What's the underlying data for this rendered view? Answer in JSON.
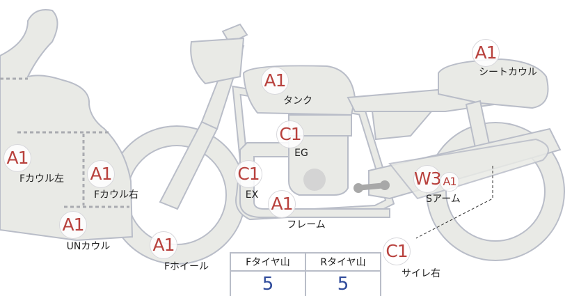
{
  "colors": {
    "code": "#b8413d",
    "value": "#2f4b9b",
    "part_fill": "#e9eae6",
    "part_stroke": "#b9bdc8"
  },
  "parts": [
    {
      "id": "seat-cowl",
      "code": "A1",
      "label": "シートカウル"
    },
    {
      "id": "tank",
      "code": "A1",
      "label": "タンク"
    },
    {
      "id": "engine",
      "code": "C1",
      "label": "EG"
    },
    {
      "id": "exhaust",
      "code": "C1",
      "label": "EX"
    },
    {
      "id": "frame",
      "code": "A1",
      "label": "フレーム"
    },
    {
      "id": "swing-arm",
      "code": "W3",
      "code2": "A1",
      "label": "Sアーム"
    },
    {
      "id": "silencer-right",
      "code": "C1",
      "label": "サイレ右"
    },
    {
      "id": "front-cowl-left",
      "code": "A1",
      "label": "Fカウル左"
    },
    {
      "id": "front-cowl-right",
      "code": "A1",
      "label": "Fカウル右"
    },
    {
      "id": "under-cowl",
      "code": "A1",
      "label": "UNカウル"
    },
    {
      "id": "front-wheel",
      "code": "A1",
      "label": "Fホイール"
    }
  ],
  "tire_table": {
    "headers": [
      "Fタイヤ山",
      "Rタイヤ山"
    ],
    "values": [
      "5",
      "5"
    ]
  }
}
